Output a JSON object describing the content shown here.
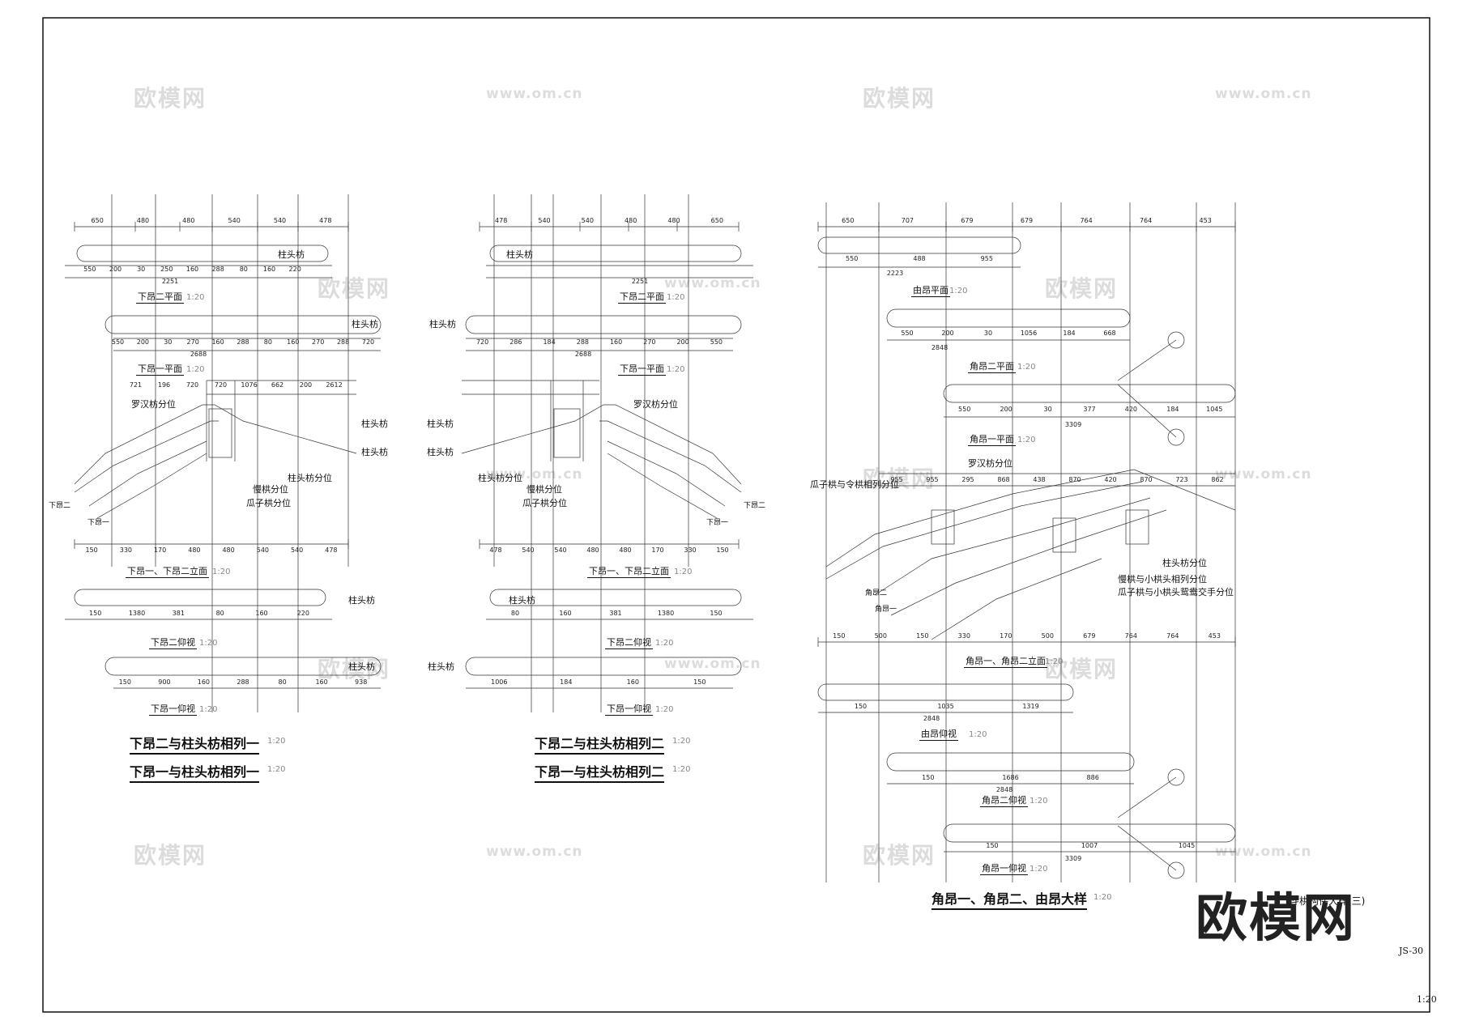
{
  "drawing": {
    "sheet_title": "斗栱构件大样(三)",
    "sheet_code": "JS-30",
    "sheet_scale": "1:20",
    "watermark_brand": "欧模网",
    "watermark_url": "www.om.cn",
    "big_logo": "欧模网"
  },
  "panel1": {
    "views": [
      {
        "name": "下昂二平面",
        "scale": "1:20"
      },
      {
        "name": "下昂一平面",
        "scale": "1:20"
      },
      {
        "name": "下昂一、下昂二立面",
        "scale": "1:20"
      },
      {
        "name": "下昂二仰视",
        "scale": "1:20"
      },
      {
        "name": "下昂一仰视",
        "scale": "1:20"
      }
    ],
    "titles": [
      {
        "text": "下昂二与柱头枋相列一",
        "scale": "1:20"
      },
      {
        "text": "下昂一与柱头枋相列一",
        "scale": "1:20"
      }
    ],
    "labels": [
      "柱头枋",
      "罗汉枋分位",
      "柱头枋分位",
      "慢栱分位",
      "瓜子栱分位",
      "下昂一",
      "下昂二"
    ],
    "top_dims": [
      "650",
      "480",
      "480",
      "540",
      "540",
      "478"
    ],
    "bottom_dims": [
      "150",
      "330",
      "170",
      "480",
      "480",
      "540",
      "540",
      "478"
    ],
    "plan2_dims": [
      "550",
      "200",
      "30",
      "250",
      "160",
      "288",
      "80",
      "160",
      "220"
    ],
    "plan2_total": "2251",
    "plan1_dims": [
      "550",
      "200",
      "30",
      "270",
      "160",
      "288",
      "80",
      "160",
      "270",
      "288",
      "720"
    ],
    "plan1_total": "2688",
    "elev_dims": [
      "721",
      "196",
      "720",
      "720",
      "1076",
      "662",
      "200",
      "2612"
    ],
    "soffit2_dims": [
      "150",
      "1380",
      "381",
      "80",
      "160",
      "220"
    ],
    "soffit1_dims": [
      "150",
      "900",
      "160",
      "288",
      "80",
      "160",
      "938"
    ]
  },
  "panel2": {
    "views": [
      {
        "name": "下昂二平面",
        "scale": "1:20"
      },
      {
        "name": "下昂一平面",
        "scale": "1:20"
      },
      {
        "name": "下昂一、下昂二立面",
        "scale": "1:20"
      },
      {
        "name": "下昂二仰视",
        "scale": "1:20"
      },
      {
        "name": "下昂一仰视",
        "scale": "1:20"
      }
    ],
    "titles": [
      {
        "text": "下昂二与柱头枋相列二",
        "scale": "1:20"
      },
      {
        "text": "下昂一与柱头枋相列二",
        "scale": "1:20"
      }
    ],
    "labels": [
      "柱头枋",
      "罗汉枋分位",
      "柱头枋分位",
      "慢栱分位",
      "瓜子栱分位",
      "下昂一",
      "下昂二"
    ],
    "top_dims": [
      "478",
      "540",
      "540",
      "480",
      "480",
      "650"
    ],
    "bottom_dims": [
      "478",
      "540",
      "540",
      "480",
      "480",
      "170",
      "330",
      "150"
    ],
    "plan2_total": "2251",
    "plan1_dims": [
      "720",
      "286",
      "184",
      "288",
      "160",
      "270",
      "200",
      "550"
    ],
    "plan1_total": "2688",
    "soffit2_dims": [
      "80",
      "160",
      "381",
      "1380",
      "150"
    ],
    "soffit1_dims": [
      "1006",
      "184",
      "160",
      "150"
    ]
  },
  "panel3": {
    "views": [
      {
        "name": "由昂平面",
        "scale": "1:20"
      },
      {
        "name": "角昂二平面",
        "scale": "1:20"
      },
      {
        "name": "角昂一平面",
        "scale": "1:20"
      },
      {
        "name": "角昂一、角昂二立面",
        "scale": "1:20"
      },
      {
        "name": "由昂仰视",
        "scale": "1:20"
      },
      {
        "name": "角昂二仰视",
        "scale": "1:20"
      },
      {
        "name": "角昂一仰视",
        "scale": "1:20"
      }
    ],
    "title": {
      "text": "角昂一、角昂二、由昂大样",
      "scale": "1:20"
    },
    "labels": [
      "罗汉枋分位",
      "瓜子栱与令栱相列分位",
      "柱头枋分位",
      "慢栱与小栱头相列分位",
      "瓜子栱与小栱头鸳鸯交手分位",
      "角昂一",
      "角昂二"
    ],
    "top_dims": [
      "650",
      "707",
      "679",
      "679",
      "764",
      "764",
      "453"
    ],
    "bottom_dims": [
      "150",
      "500",
      "150",
      "330",
      "170",
      "500",
      "679",
      "764",
      "764",
      "453"
    ],
    "you_plan_dims": [
      "550",
      "488",
      "955"
    ],
    "you_plan_total": "2223",
    "j2_plan_dims": [
      "550",
      "200",
      "30",
      "1056",
      "184",
      "668"
    ],
    "j2_plan_total": "2848",
    "j1_plan_dims": [
      "550",
      "200",
      "30",
      "377",
      "420",
      "184",
      "1045"
    ],
    "j1_plan_total": "3309",
    "elev_dims": [
      "955",
      "955",
      "295",
      "868",
      "438",
      "870",
      "420",
      "870",
      "723",
      "862"
    ],
    "you_soffit_dims": [
      "150",
      "1035",
      "1319"
    ],
    "you_soffit_total": "2848",
    "j2_soffit_dims": [
      "150",
      "1686",
      "886"
    ],
    "j2_soffit_total": "2848",
    "j1_soffit_dims": [
      "150",
      "1007",
      "1045"
    ],
    "j1_soffit_total": "3309"
  }
}
